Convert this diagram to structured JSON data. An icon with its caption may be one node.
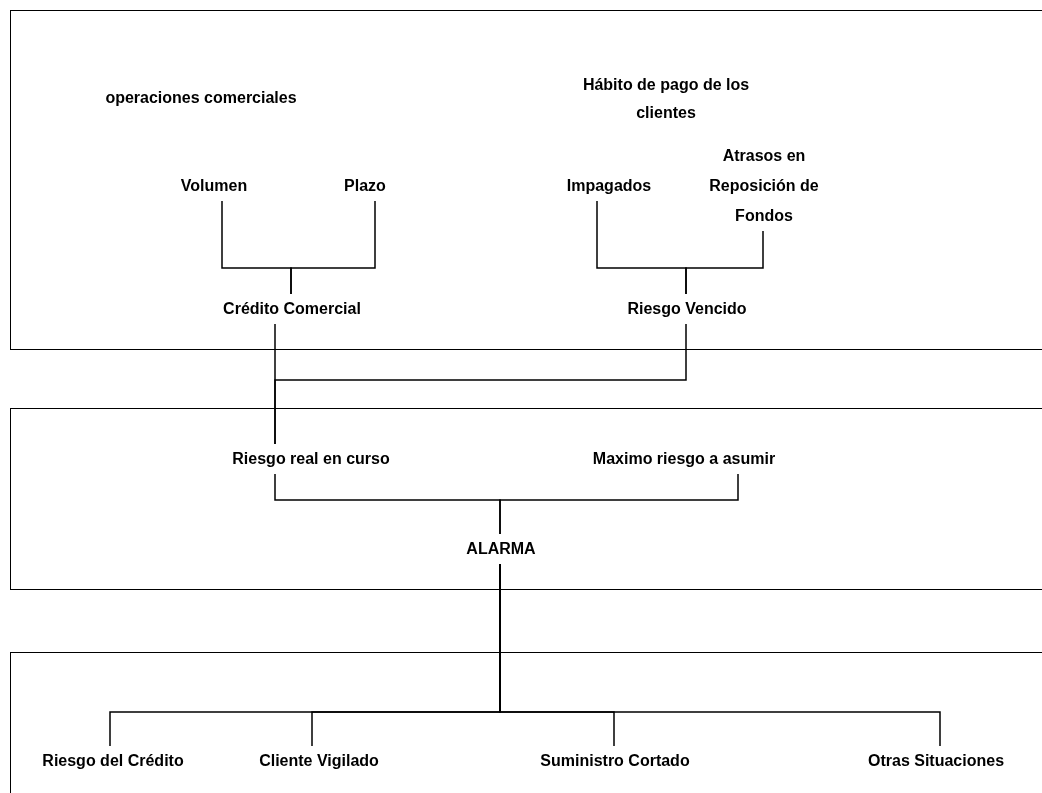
{
  "diagram": {
    "nodes": [
      {
        "text": [],
        "shape": "box"
      },
      {
        "text": [
          "Volumen"
        ],
        "in": 0
      },
      {
        "text": [
          "Plazo"
        ],
        "in": 0
      },
      {
        "text": [
          "Impagados"
        ],
        "in": 0
      },
      {
        "text": [
          "Atrasos en Reposición de Fondos"
        ],
        "in": 0
      },
      {
        "text": [
          "Crédito Comercial"
        ],
        "in": 0
      },
      {
        "text": [
          "Riesgo Vencido"
        ],
        "in": 0
      },
      {
        "text": [],
        "shape": "box"
      },
      {
        "text": [
          "Riesgo real en curso"
        ],
        "in": 7
      },
      {
        "text": [
          "Maximo riesgo a asumir"
        ],
        "in": 7
      },
      {
        "text": [
          "ALARMA"
        ],
        "in": 7
      },
      {
        "text": [],
        "shape": "box"
      },
      {
        "text": [
          "Riesgo del Crédito"
        ],
        "in": 11
      },
      {
        "text": [
          "Cliente Vigilado"
        ],
        "in": 11
      },
      {
        "text": [
          "Suministro Cortado"
        ],
        "in": 11
      },
      {
        "text": [
          "Otras Situaciones"
        ],
        "in": 11
      }
    ],
    "edges": [
      {
        "from": 1,
        "to": 5,
        "arrow": "none"
      },
      {
        "from": 2,
        "to": 5,
        "arrow": "none"
      },
      {
        "from": 3,
        "to": 6,
        "arrow": "none"
      },
      {
        "from": 4,
        "to": 6,
        "arrow": "none"
      },
      {
        "from": 5,
        "to": 8,
        "arrow": "none"
      },
      {
        "from": 6,
        "to": 8,
        "arrow": "none"
      },
      {
        "from": 8,
        "to": 10,
        "arrow": "none"
      },
      {
        "from": 9,
        "to": 10,
        "arrow": "none"
      },
      {
        "from": 10,
        "to": 12,
        "arrow": "none"
      },
      {
        "from": 10,
        "to": 13,
        "arrow": "none"
      },
      {
        "from": 10,
        "to": 14,
        "arrow": "none"
      },
      {
        "from": 10,
        "to": 15,
        "arrow": "none"
      }
    ],
    "labels": [
      "operaciones comerciales",
      "Hábito de pago de los clientes"
    ]
  }
}
